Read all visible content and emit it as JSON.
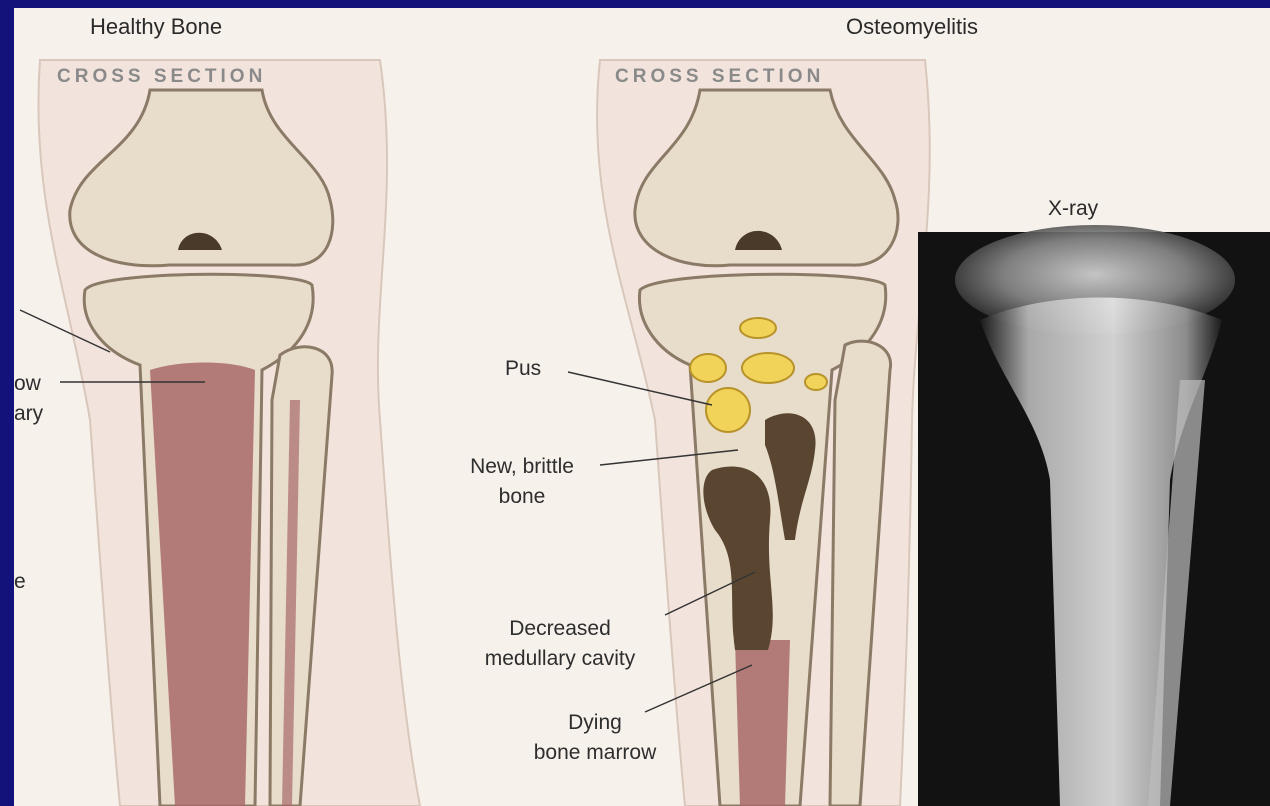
{
  "titles": {
    "healthy": "Healthy Bone",
    "osteo": "Osteomyelitis",
    "xray": "X-ray"
  },
  "cross_section": {
    "left": "CROSS SECTION",
    "right": "CROSS SECTION"
  },
  "labels": {
    "pus": "Pus",
    "new_brittle_1": "New, brittle",
    "new_brittle_2": "bone",
    "decreased_1": "Decreased",
    "decreased_2": "medullary cavity",
    "dying_1": "Dying",
    "dying_2": "bone marrow"
  },
  "cut_off_labels": {
    "frag1": "ow",
    "frag2": "ary",
    "frag3": "e"
  },
  "colors": {
    "frame": "#12127a",
    "skin": "#f2e4dc",
    "bone": "#e8dccb",
    "marrow": "#a86a6a",
    "pus": "#f2d35a",
    "necrotic": "#5a4630"
  }
}
